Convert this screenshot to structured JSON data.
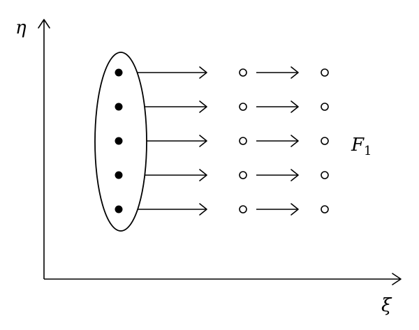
{
  "axes": {
    "y_label": "η",
    "x_label": "ξ"
  },
  "set_label": {
    "main": "F",
    "sub": "1"
  },
  "rows": 5
}
